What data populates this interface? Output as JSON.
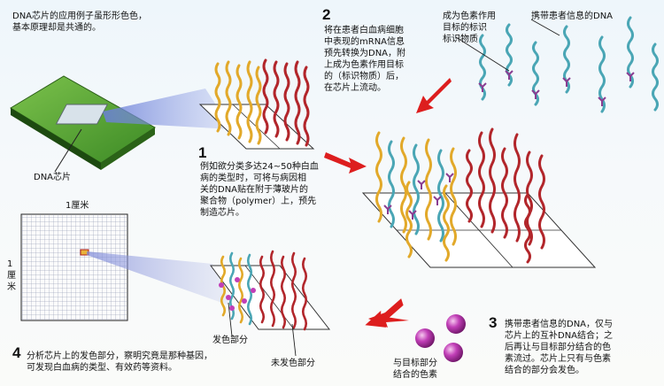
{
  "intro_text": "DNA芯片的应用例子虽形形色色，\n基本原理却是共通的。",
  "chip_label": "DNA芯片",
  "grid": {
    "top_label": "1厘米",
    "side_label": "1\n厘\n米"
  },
  "steps": [
    {
      "number": "1",
      "text": "例如欲分类多达24~50种白血\n病的类型时，可将与病因相\n关的DNA贴在附于薄玻片的\n聚合物（polymer）上，预先\n制造芯片。"
    },
    {
      "number": "2",
      "text": "将在患者白血病细胞\n中表现的mRNA信息\n预先转换为DNA，附\n上成为色素作用目标\n的（标识物质）后，\n在芯片上流动。"
    },
    {
      "number": "3",
      "text": "携带患者信息的DNA，仅与\n芯片上的互补DNA结合；之\n后再让与目标部分结合的色\n素流过。芯片上只有与色素\n结合的部分会发色。"
    },
    {
      "number": "4",
      "text": "分析芯片上的发色部分，察明究竟是那种基因，\n可发现白血病的类型、有效药等资料。"
    }
  ],
  "labels": {
    "marker_label": "成为色素作用\n目标的标识\n标识物质",
    "patient_dna_label": "携带患者信息的DNA",
    "dye_label": "与目标部分\n结合的色素",
    "colored_label": "发色部分",
    "uncolored_label": "未发色部分"
  },
  "colors": {
    "chip_green": "#3f8f2a",
    "strand_yellow": "#e2a92a",
    "strand_red": "#b2262b",
    "strand_teal": "#4aa6b5",
    "marker_purple": "#8a3d91",
    "dye_magenta": "#c13fb7",
    "arrow_red": "#dd1e1e"
  }
}
